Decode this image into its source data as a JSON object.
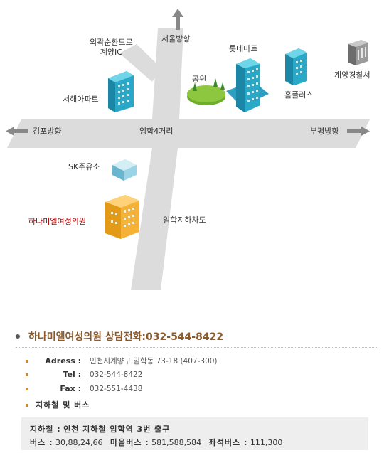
{
  "map": {
    "labels": {
      "seoul": "서울방향",
      "ring": "외곽순환도로\n계양IC",
      "lotte": "롯데마트",
      "park": "공원",
      "police": "계양경찰서",
      "seohae": "서해아파트",
      "homeplus": "홈플러스",
      "gimpo": "김포방향",
      "crossing": "임학4거리",
      "bupyeong": "부평방향",
      "sk": "SK주유소",
      "clinic": "하나미엘여성의원",
      "underpass": "임학지하차도"
    },
    "colors": {
      "road": "#dcdcdc",
      "building": "#3cc0d8",
      "clinic_building": "#f5b236",
      "park": "#8dc63f",
      "clinic_label": "#b00000"
    }
  },
  "info": {
    "title": "하나미엘여성의원 상담전화:032-544-8422",
    "rows": [
      {
        "key": "Adress :",
        "value": "인천시계양구 임학동 73-18 (407-300)"
      },
      {
        "key": "Tel :",
        "value": "032-544-8422"
      },
      {
        "key": "Fax :",
        "value": "032-551-4438"
      }
    ],
    "transit_heading": "지하철 및 버스",
    "subway_label": "지하철 :",
    "subway_value": "인천 지하철 임학역 3번 출구",
    "bus_label": "버스 :",
    "bus_value": "30,88,24,66",
    "village_label": "마을버스 :",
    "village_value": "581,588,584",
    "seat_label": "좌석버스 :",
    "seat_value": "111,300"
  }
}
